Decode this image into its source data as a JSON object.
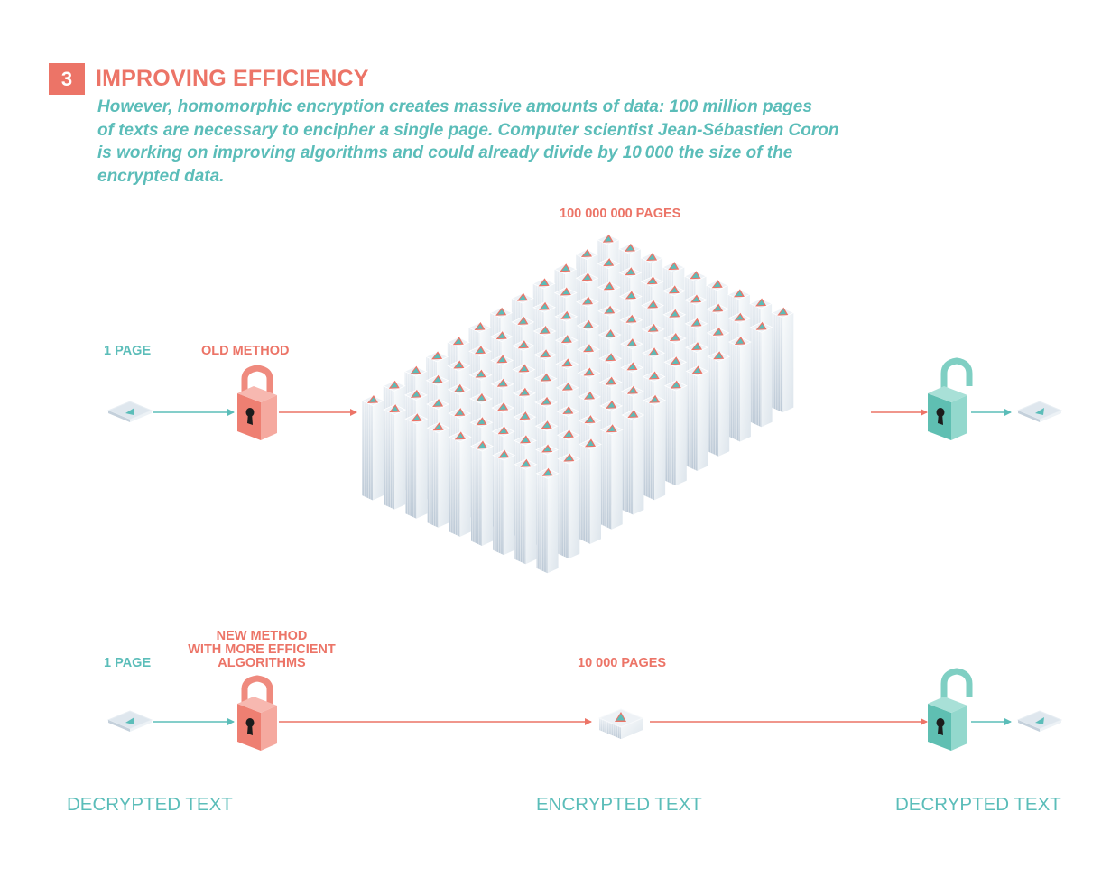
{
  "header": {
    "number": "3",
    "title": "IMPROVING EFFICIENCY",
    "intro_lines": [
      "However, homomorphic encryption creates massive amounts of data: 100 million pages",
      "of texts are necessary to encipher a single page. Computer scientist Jean-Sébastien Coron",
      "is working on improving algorithms and could already divide by 10 000 the size of the",
      "encrypted data."
    ]
  },
  "top_row": {
    "input_label": "1 PAGE",
    "method_label": "OLD METHOD",
    "stack_label": "100 000 000 PAGES"
  },
  "bottom_row": {
    "input_label": "1 PAGE",
    "method_label_lines": [
      "NEW METHOD",
      "WITH MORE EFFICIENT",
      "ALGORITHMS"
    ],
    "stack_label": "10 000 PAGES"
  },
  "footer": {
    "left": "DECRYPTED TEXT",
    "middle": "ENCRYPTED TEXT",
    "right": "DECRYPTED TEXT"
  },
  "colors": {
    "coral": "#ec7467",
    "teal": "#5bbdb9",
    "locked_padlock": "#ec7467",
    "unlocked_padlock": "#6cc7bb",
    "page_face": "#e4ebf1"
  }
}
